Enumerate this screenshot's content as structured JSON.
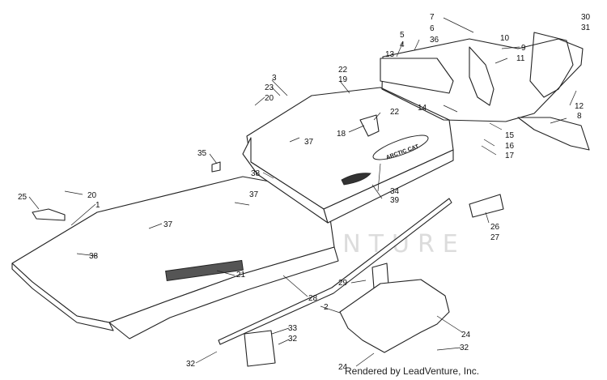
{
  "credit": "Rendered by LeadVenture, Inc.",
  "watermark": "LEADVENTURE",
  "decal_text": "ARCTIC CAT",
  "colors": {
    "line": "#222222",
    "fill": "#ffffff",
    "text": "#111111",
    "watermark": "#dcdcdc"
  },
  "callouts": [
    {
      "n": "1",
      "label": "1"
    },
    {
      "n": "2",
      "label": "2"
    },
    {
      "n": "3",
      "label": "3"
    },
    {
      "n": "4",
      "label": "4"
    },
    {
      "n": "5",
      "label": "5"
    },
    {
      "n": "6",
      "label": "6"
    },
    {
      "n": "7",
      "label": "7"
    },
    {
      "n": "8",
      "label": "8"
    },
    {
      "n": "9",
      "label": "9"
    },
    {
      "n": "10",
      "label": "10"
    },
    {
      "n": "11",
      "label": "11"
    },
    {
      "n": "12",
      "label": "12"
    },
    {
      "n": "13",
      "label": "13"
    },
    {
      "n": "14",
      "label": "14"
    },
    {
      "n": "15",
      "label": "15"
    },
    {
      "n": "16",
      "label": "16"
    },
    {
      "n": "17",
      "label": "17"
    },
    {
      "n": "18",
      "label": "18"
    },
    {
      "n": "19",
      "label": "19"
    },
    {
      "n": "20a",
      "label": "20"
    },
    {
      "n": "20b",
      "label": "20"
    },
    {
      "n": "21",
      "label": "21"
    },
    {
      "n": "22a",
      "label": "22"
    },
    {
      "n": "22b",
      "label": "22"
    },
    {
      "n": "23",
      "label": "23"
    },
    {
      "n": "24a",
      "label": "24"
    },
    {
      "n": "24b",
      "label": "24"
    },
    {
      "n": "25",
      "label": "25"
    },
    {
      "n": "26",
      "label": "26"
    },
    {
      "n": "27",
      "label": "27"
    },
    {
      "n": "28",
      "label": "28"
    },
    {
      "n": "29",
      "label": "29"
    },
    {
      "n": "30",
      "label": "30"
    },
    {
      "n": "31",
      "label": "31"
    },
    {
      "n": "32a",
      "label": "32"
    },
    {
      "n": "32b",
      "label": "32"
    },
    {
      "n": "32c",
      "label": "32"
    },
    {
      "n": "33",
      "label": "33"
    },
    {
      "n": "34",
      "label": "34"
    },
    {
      "n": "35",
      "label": "35"
    },
    {
      "n": "36",
      "label": "36"
    },
    {
      "n": "37a",
      "label": "37"
    },
    {
      "n": "37b",
      "label": "37"
    },
    {
      "n": "37c",
      "label": "37"
    },
    {
      "n": "38a",
      "label": "38"
    },
    {
      "n": "38b",
      "label": "38"
    },
    {
      "n": "39",
      "label": "39"
    }
  ]
}
